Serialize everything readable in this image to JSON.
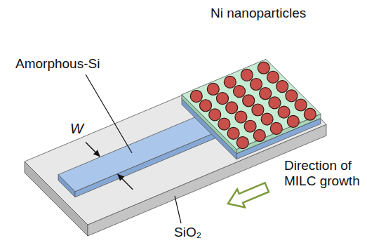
{
  "diagram": {
    "labels": [
      "Ni nanoparticles",
      "Amorphous-Si",
      "W",
      "Direction of MILC growth",
      "SiO₂"
    ]
  }
}
